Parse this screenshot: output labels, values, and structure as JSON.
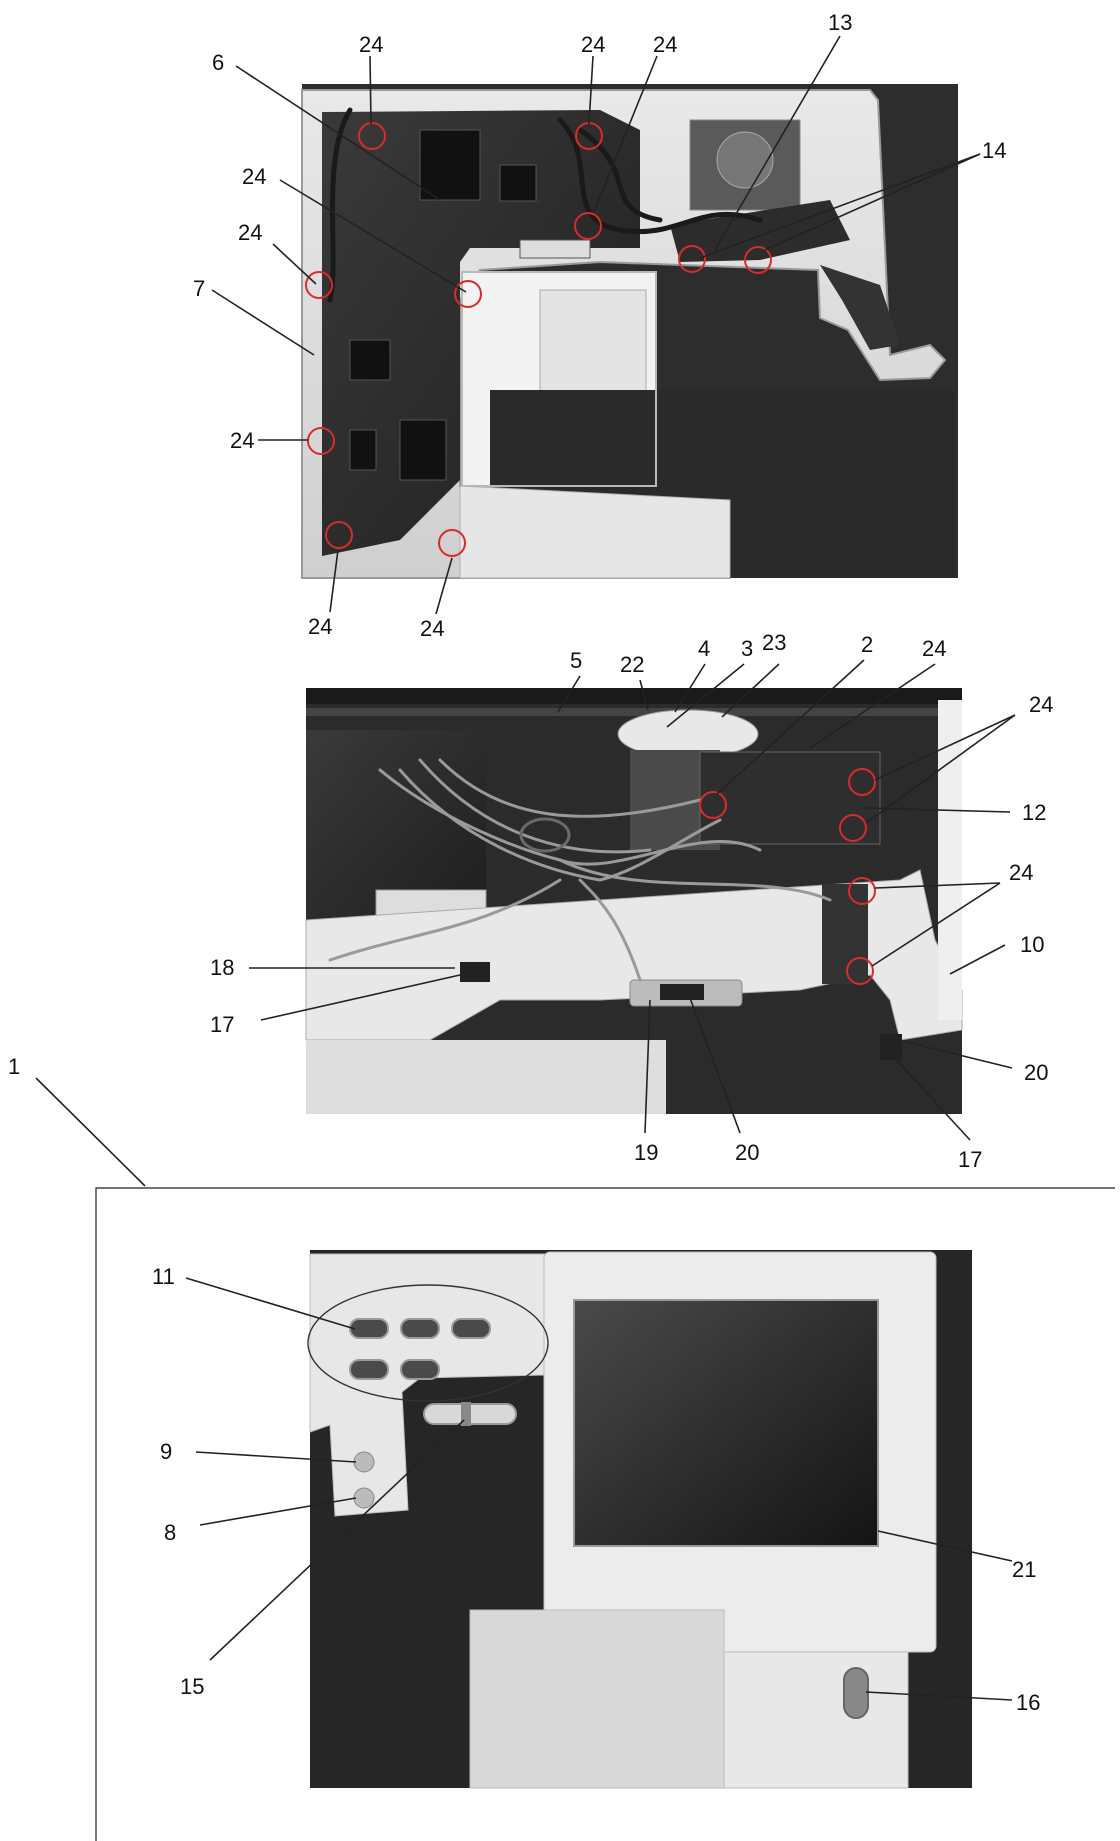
{
  "figure": {
    "top_photo": {
      "callouts": [
        "24",
        "24",
        "24",
        "13",
        "6",
        "14",
        "24",
        "24",
        "7",
        "24",
        "24",
        "24"
      ],
      "screw_marks_count": 10
    },
    "middle_photo": {
      "callouts": [
        "5",
        "22",
        "4",
        "3",
        "23",
        "2",
        "24",
        "24",
        "12",
        "24",
        "10",
        "18",
        "17",
        "19",
        "20",
        "20",
        "17"
      ]
    },
    "bottom_photo": {
      "panel_label": "1",
      "callouts": [
        "11",
        "9",
        "8",
        "15",
        "21",
        "16"
      ]
    }
  },
  "colors": {
    "background": "#ffffff",
    "line": "#222222",
    "screw_circle": "#d92b2b"
  },
  "labels": {
    "t24a": "24",
    "t24b": "24",
    "t24c": "24",
    "t13": "13",
    "t6": "6",
    "t14": "14",
    "t24d": "24",
    "t24e": "24",
    "t7": "7",
    "t24f": "24",
    "t24g": "24",
    "t24h": "24",
    "m5": "5",
    "m22": "22",
    "m4": "4",
    "m3": "3",
    "m23": "23",
    "m2": "2",
    "m24a": "24",
    "m24b": "24",
    "m12": "12",
    "m24c": "24",
    "m10": "10",
    "m18": "18",
    "m17a": "17",
    "m20a": "20",
    "m19": "19",
    "m20b": "20",
    "m17b": "17",
    "b1": "1",
    "b11": "11",
    "b9": "9",
    "b8": "8",
    "b15": "15",
    "b21": "21",
    "b16": "16"
  }
}
